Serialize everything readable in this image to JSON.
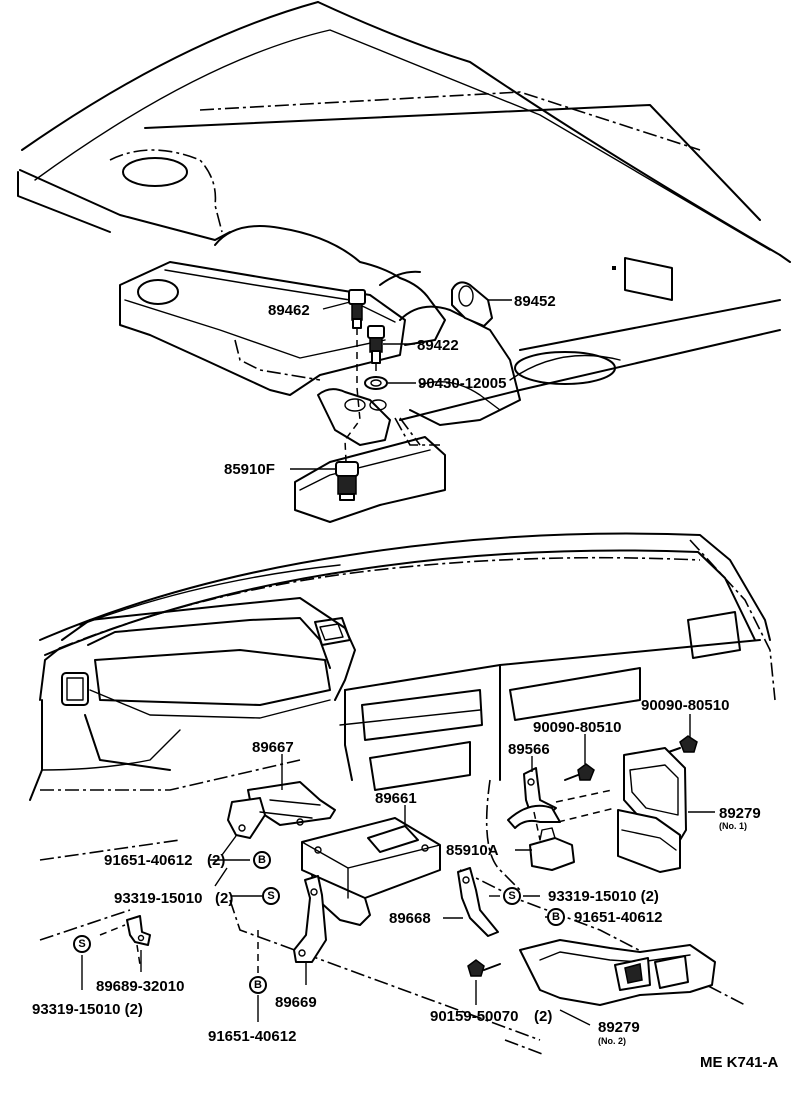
{
  "parts": {
    "p89462": "89462",
    "p89452": "89452",
    "p89422": "89422",
    "p90430": "90430-12005",
    "p85910F": "85910F",
    "p89667": "89667",
    "p89661": "89661",
    "p89566": "89566",
    "p90090a": "90090-80510",
    "p90090b": "90090-80510",
    "p89279a": "89279",
    "p89279a_sub": "(No. 1)",
    "p85910A": "85910A",
    "p91651a": "91651-40612",
    "p91651a_qty": "(2)",
    "p93319a": "93319-15010",
    "p93319a_qty": "(2)",
    "p93319b": "93319-15010 (2)",
    "p91651b": "91651-40612",
    "p89668": "89668",
    "p89689": "89689-32010",
    "p89669": "89669",
    "p93319c": "93319-15010 (2)",
    "p91651c": "91651-40612",
    "p90159": "90159-50070",
    "p90159_qty": "(2)",
    "p89279b": "89279",
    "p89279b_sub": "(No. 2)"
  },
  "symbols": {
    "s": "S",
    "b": "B"
  },
  "figure_code": "ME K741-A"
}
